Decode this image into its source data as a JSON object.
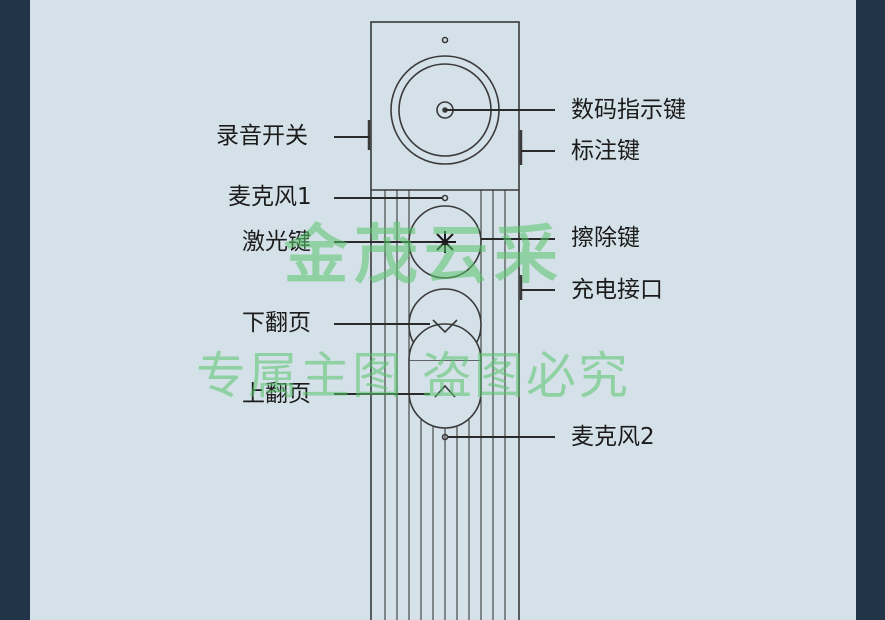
{
  "labels": {
    "record_switch": "录音开关",
    "mic1": "麦克风1",
    "laser_key": "激光键",
    "page_down": "下翻页",
    "page_up": "上翻页",
    "digital_pointer_key": "数码指示键",
    "annotate_key": "标注键",
    "erase_key": "擦除键",
    "charge_port": "充电接口",
    "mic2": "麦克风2"
  },
  "watermark": {
    "line1": "金茂云采",
    "line2": "专属主图 盗图必究"
  },
  "colors": {
    "background": "#223448",
    "panel": "#d5e1e9",
    "outline": "#3a3a3a",
    "watermark": "#59c46a"
  }
}
